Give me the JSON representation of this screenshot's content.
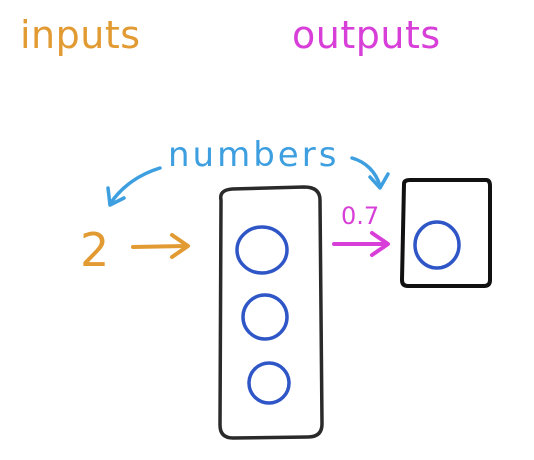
{
  "labels": {
    "inputs": "inputs",
    "outputs": "outputs",
    "numbers": "numbers",
    "input_value": "2",
    "output_value": "0.7"
  },
  "colors": {
    "inputs": "#e29a32",
    "outputs": "#d83fd8",
    "numbers": "#3d9fe0",
    "neuron": "#2f56c7",
    "box": "#2a2a2a"
  },
  "network": {
    "hidden_neurons": 3,
    "output_neurons": 1
  }
}
